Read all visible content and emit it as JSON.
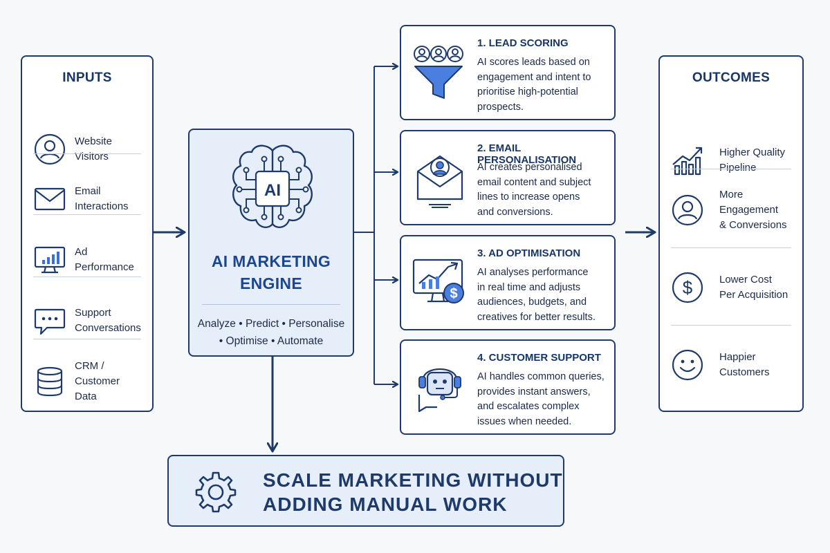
{
  "inputs": {
    "title": "INPUTS",
    "items": [
      {
        "label": "Website\nVisitors",
        "icon": "person-icon"
      },
      {
        "label": "Email\nInteractions",
        "icon": "envelope-icon"
      },
      {
        "label": "Ad\nPerformance",
        "icon": "monitor-chart-icon"
      },
      {
        "label": "Support\nConversations",
        "icon": "chat-bubble-icon"
      },
      {
        "label": "CRM /\nCustomer Data",
        "icon": "database-icon"
      }
    ]
  },
  "engine": {
    "badge": "AI",
    "title": "AI MARKETING\nENGINE",
    "tags": "Analyze • Predict • Personalise\n• Optimise • Automate",
    "icon": "brain-circuit-icon"
  },
  "steps": [
    {
      "title": "1. LEAD SCORING",
      "desc": "AI scores leads based on\nengagement and intent to\nprioritise high-potential\nprospects.",
      "icon": "funnel-people-icon"
    },
    {
      "title": "2. EMAIL PERSONALISATION",
      "desc": "AI creates personalised\nemail content and subject\nlines to increase opens\nand conversions.",
      "icon": "envelope-person-icon"
    },
    {
      "title": "3. AD OPTIMISATION",
      "desc": "AI analyses performance\nin real time and adjusts\naudiences, budgets, and\ncreatives for better results.",
      "icon": "monitor-dollar-icon"
    },
    {
      "title": "4. CUSTOMER SUPPORT",
      "desc": "AI handles common queries,\nprovides instant answers,\nand escalates complex\nissues when needed.",
      "icon": "robot-headset-icon"
    }
  ],
  "outcomes": {
    "title": "OUTCOMES",
    "items": [
      {
        "label": "Higher Quality\nPipeline",
        "icon": "growth-chart-icon"
      },
      {
        "label": "More Engagement\n& Conversions",
        "icon": "person-icon"
      },
      {
        "label": "Lower Cost\nPer Acquisition",
        "icon": "dollar-icon"
      },
      {
        "label": "Happier\nCustomers",
        "icon": "smiley-icon"
      }
    ]
  },
  "banner": {
    "text": "SCALE MARKETING WITHOUT\nADDING MANUAL WORK",
    "icon": "gear-icon"
  },
  "colors": {
    "navy": "#1d3a6b",
    "accent_blue": "#3a6fd8",
    "panel_fill": "#e6eef9"
  }
}
